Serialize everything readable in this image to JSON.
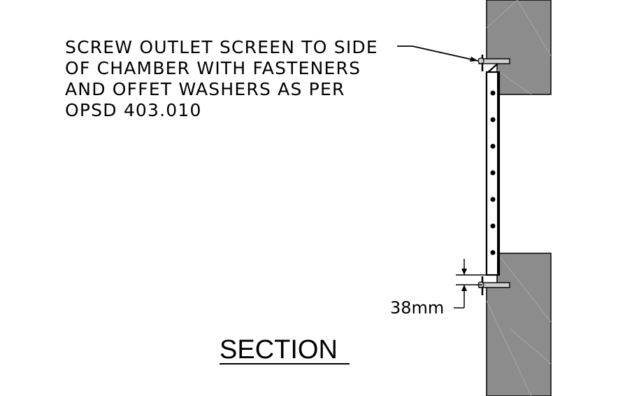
{
  "note": {
    "lines": [
      "SCREW OUTLET SCREEN TO SIDE",
      "OF CHAMBER WITH FASTENERS",
      "AND OFFET WASHERS AS PER",
      "OPSD 403.010"
    ]
  },
  "dimension": {
    "label": "38mm"
  },
  "title": "SECTION",
  "colors": {
    "concrete": "#8c8c8c",
    "line": "#000000",
    "background": "#ffffff",
    "fastener": "#d0d0d0"
  },
  "screen": {
    "perforation_count": 7
  }
}
